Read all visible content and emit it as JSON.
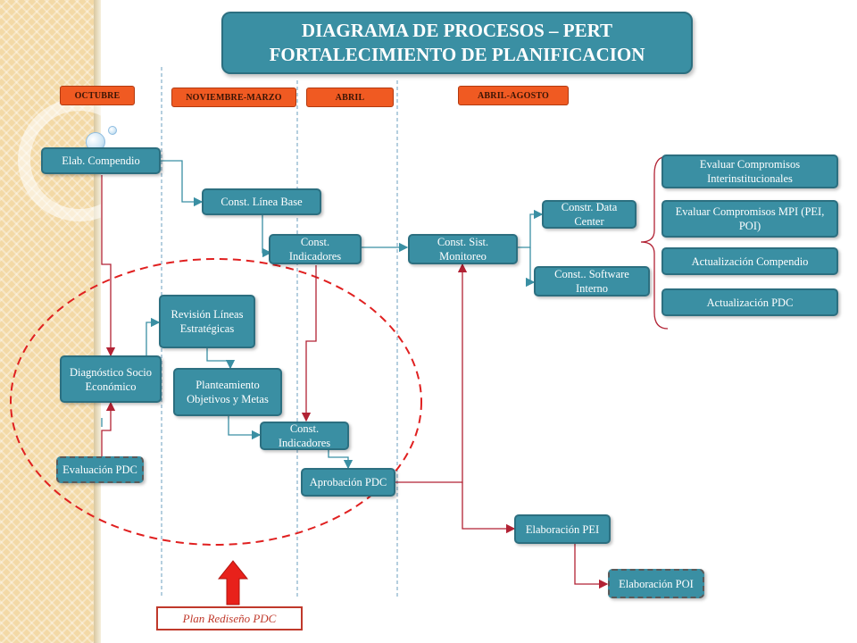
{
  "title": {
    "line1": "DIAGRAMA DE PROCESOS – PERT",
    "line2": "FORTALECIMIENTO DE PLANIFICACION"
  },
  "phases": {
    "octubre": "OCTUBRE",
    "noviembre_marzo": "NOVIEMBRE-MARZO",
    "abril": "ABRIL",
    "abril_agosto": "ABRIL-AGOSTO"
  },
  "nodes": {
    "elab_compendio": "Elab. Compendio",
    "const_linea_base": "Const. Línea Base",
    "const_indicadores_1": "Const. Indicadores",
    "const_sist_monitoreo": "Const. Sist. Monitoreo",
    "constr_data_center": "Constr. Data Center",
    "const_software_interno": "Const.. Software Interno",
    "evaluar_interinstitucionales": "Evaluar Compromisos Interinstitucionales",
    "evaluar_mpi": "Evaluar Compromisos MPI (PEI, POI)",
    "actualizacion_compendio": "Actualización Compendio",
    "actualizacion_pdc": "Actualización PDC",
    "revision_lineas": "Revisión Líneas Estratégicas",
    "diagnostico": "Diagnóstico Socio Económico",
    "planteamiento": "Planteamiento Objetivos y Metas",
    "const_indicadores_2": "Const. Indicadores",
    "evaluacion_pdc": "Evaluación PDC",
    "aprobacion_pdc": "Aprobación PDC",
    "elaboracion_pei": "Elaboración PEI",
    "elaboracion_poi": "Elaboración POI"
  },
  "plan_label": "Plan Rediseño PDC",
  "colors": {
    "box_fill": "#3a8fa3",
    "box_border": "#2c6f80",
    "phase_fill": "#f05a22",
    "teal_arrow": "#3a8fa3",
    "red_arrow": "#b22234",
    "dashed_ellipse": "#e02020",
    "up_arrow": "#e8211b"
  }
}
